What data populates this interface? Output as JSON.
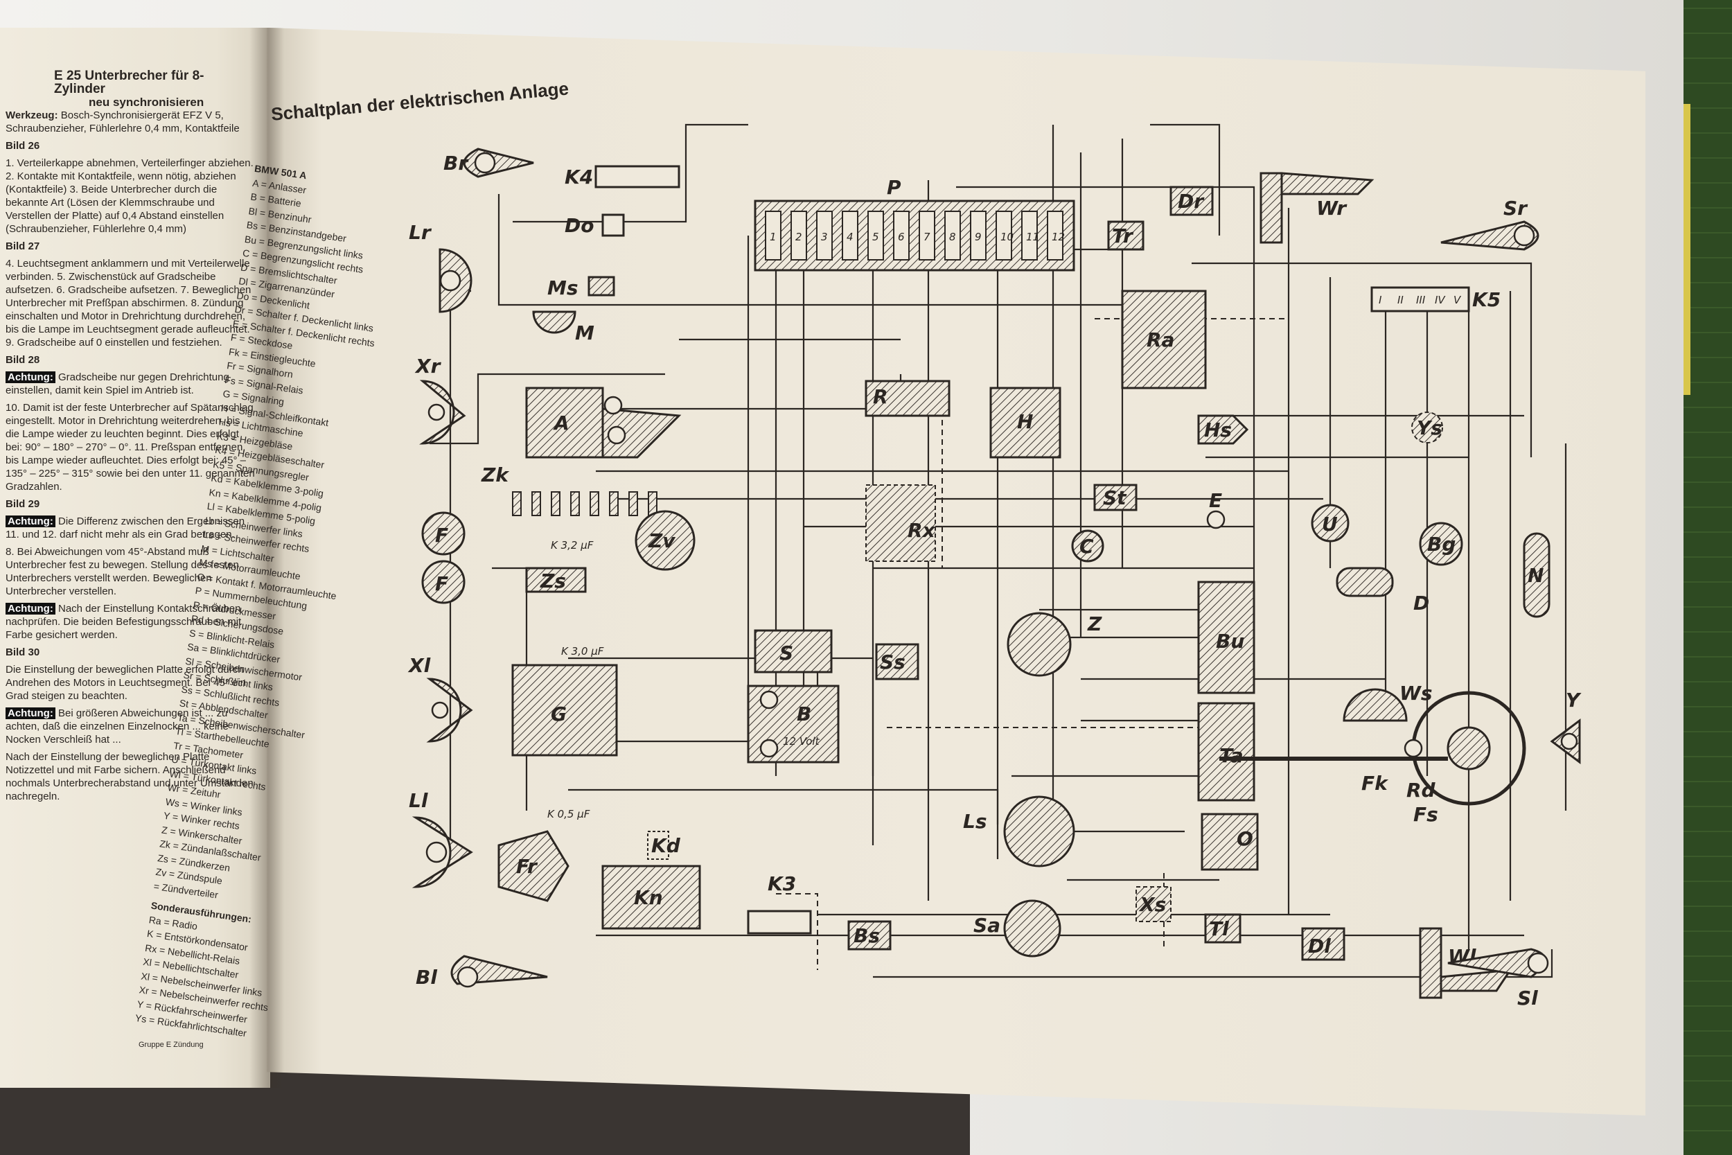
{
  "left_page": {
    "title": "E 25 Unterbrecher für 8-Zylinder",
    "subtitle": "neu synchronisieren",
    "werkzeug_label": "Werkzeug:",
    "werkzeug_text": "Bosch-Synchronisiergerät EFZ V 5, Schraubenzieher, Fühlerlehre 0,4 mm, Kontaktfeile",
    "bild26": "Bild 26",
    "steps_a": "1. Verteilerkappe abnehmen, Verteilerfinger abziehen. 2. Kontakte mit Kontaktfeile, wenn nötig, abziehen (Kontaktfeile) 3. Beide Unterbrecher durch die bekannte Art (Lösen der Klemmschraube und Verstellen der Platte) auf 0,4 Abstand einstellen (Schraubenzieher, Fühlerlehre 0,4 mm)",
    "bild27": "Bild 27",
    "steps_b": "4. Leuchtsegment anklammern und mit Verteilerwelle verbinden. 5. Zwischenstück auf Gradscheibe aufsetzen. 6. Gradscheibe aufsetzen. 7. Beweglichen Unterbrecher mit Prefßpan abschirmen. 8. Zündung einschalten und Motor in Drehrichtung durchdrehen, bis die Lampe im Leuchtsegment gerade aufleuchtet. 9. Gradscheibe auf 0 einstellen und festziehen.",
    "bild28": "Bild 28",
    "achtung1_label": "Achtung:",
    "achtung1_text": "Gradscheibe nur gegen Drehrichtung einstellen, damit kein Spiel im Antrieb ist.",
    "steps_c": "10. Damit ist der feste Unterbrecher auf Spätanschlag eingestellt. Motor in Drehrichtung weiterdrehen, bis die Lampe wieder zu leuchten beginnt. Dies erfolgt bei: 90° – 180° – 270° – 0°. 11. Preßspan entfernen, bis Lampe wieder aufleuchtet. Dies erfolgt bei: 45° – 135° – 225° – 315° sowie bei den unter 11. genannten Gradzahlen.",
    "bild29": "Bild 29",
    "achtung2_label": "Achtung:",
    "achtung2_text": "Die Differenz zwischen den Ergebnissen 11. und 12. darf nicht mehr als ein Grad betragen.",
    "steps_d": "8. Bei Abweichungen vom 45°-Abstand muß Unterbrecher fest zu bewegen. Stellung des festen Unterbrechers verstellt werden. Beweglichen Unterbrecher verstellen.",
    "achtung3_label": "Achtung:",
    "achtung3_text": "Nach der Einstellung Kontaktschrauben nachprüfen. Die beiden Befestigungsschrauben mit Farbe gesichert werden.",
    "bild30": "Bild 30",
    "steps_e": "Die Einstellung der beweglichen Platte erfolgt durch Andrehen des Motors in Leuchtsegment. Bei 45° ein Grad steigen zu beachten.",
    "achtung4_label": "Achtung:",
    "achtung4_text": "Bei größeren Abweichungen ist ... zu achten, daß die einzelnen Einzelnocken ... keine Nocken Verschleiß hat ...",
    "steps_f": "Nach der Einstellung der beweglichen Platte Notizzettel und mit Farbe sichern. Anschließend nochmals Unterbrecherabstand und unter Umständen nachregeln.",
    "page_footer": "Gruppe E Zündung"
  },
  "legend": {
    "heading": "BMW 501 A",
    "items": [
      "A = Anlasser",
      "B = Batterie",
      "Bl = Benzinuhr",
      "Bs = Benzinstandgeber",
      "Bu = Begrenzungslicht links",
      "C = Begrenzungslicht rechts",
      "D = Bremslichtschalter",
      "Dl = Zigarrenanzünder",
      "Do = Deckenlicht",
      "Dr = Schalter f. Deckenlicht links",
      "E = Schalter f. Deckenlicht rechts",
      "F = Steckdose",
      "Fk = Einstiegleuchte",
      "Fr = Signalhorn",
      "Fs = Signal-Relais",
      "G = Signalring",
      "H = Signal-Schleifkontakt",
      "Hs = Lichtmaschine",
      "K3 = Heizgebläse",
      "K4 = Heizgebläseschalter",
      "K5 = Spannungsregler",
      "Kd = Kabelklemme 3-polig",
      "Kn = Kabelklemme 4-polig",
      "Ll = Kabelklemme 5-polig",
      "Lr = Scheinwerfer links",
      "Ls = Scheinwerfer rechts",
      "M = Lichtschalter",
      "Ms = Motorraumleuchte",
      "O = Kontakt f. Motorraumleuchte",
      "P = Nummernbeleuchtung",
      "R = Öldruckmesser",
      "Rd = Sicherungsdose",
      "S = Blinklicht-Relais",
      "Sa = Blinklichtdrücker",
      "Sl = Scheibenwischermotor",
      "Sr = Schlußlicht links",
      "Ss = Schlußlicht rechts",
      "St = Abblendschalter",
      "Ta = Scheibenwischerschalter",
      "Tl = Starthebelleuchte",
      "Tr = Tachometer",
      "U = Türkontakt links",
      "Wl = Türkontakt rechts",
      "Wr = Zeituhr",
      "Ws = Winker links",
      "Y = Winker rechts",
      "Z = Winkerschalter",
      "Zk = Zündanlaßschalter",
      "Zs = Zündkerzen",
      "Zv = Zündspule",
      "  = Zündverteiler"
    ],
    "special_heading": "Sonderausführungen:",
    "special_items": [
      "Ra = Radio",
      "K = Entstörkondensator",
      "Rx = Nebellicht-Relais",
      "Xl = Nebellichtschalter",
      "Xl = Nebelscheinwerfer links",
      "Xr = Nebelscheinwerfer rechts",
      "Y = Rückfahrscheinwerfer",
      "Ys = Rückfahrlichtschalter"
    ]
  },
  "diagram": {
    "title": "Schaltplan der elektrischen Anlage",
    "components": [
      "Br",
      "Lr",
      "Xr",
      "F",
      "F",
      "Xl",
      "Ll",
      "Bl",
      "K4",
      "Do",
      "Ms",
      "M",
      "P",
      "Zk",
      "A",
      "Zv",
      "Zs",
      "G",
      "S",
      "Ss",
      "B",
      "R",
      "Rx",
      "H",
      "Ra",
      "Dr",
      "Tr",
      "Wr",
      "Sr",
      "K5",
      "Hs",
      "E",
      "St",
      "C",
      "U",
      "Bg",
      "Ys",
      "N",
      "D",
      "Z",
      "Bu",
      "Ta",
      "O",
      "Ws",
      "Fk",
      "Rd",
      "Fs",
      "Y",
      "Ls",
      "Sa",
      "Xs",
      "Tl",
      "Dl",
      "Wl",
      "Sl",
      "Fr",
      "Kn",
      "Kd",
      "K3",
      "Bs"
    ],
    "capacitors": [
      "K 3,2 µF",
      "K 3,0 µF",
      "K 0,5 µF"
    ],
    "battery_voltage": "12 Volt",
    "fuse_numbers": [
      "1",
      "2",
      "3",
      "4",
      "5",
      "6",
      "7",
      "8",
      "9",
      "10",
      "11",
      "12"
    ],
    "k5_terminals": [
      "I",
      "II",
      "III",
      "IV",
      "V"
    ]
  }
}
